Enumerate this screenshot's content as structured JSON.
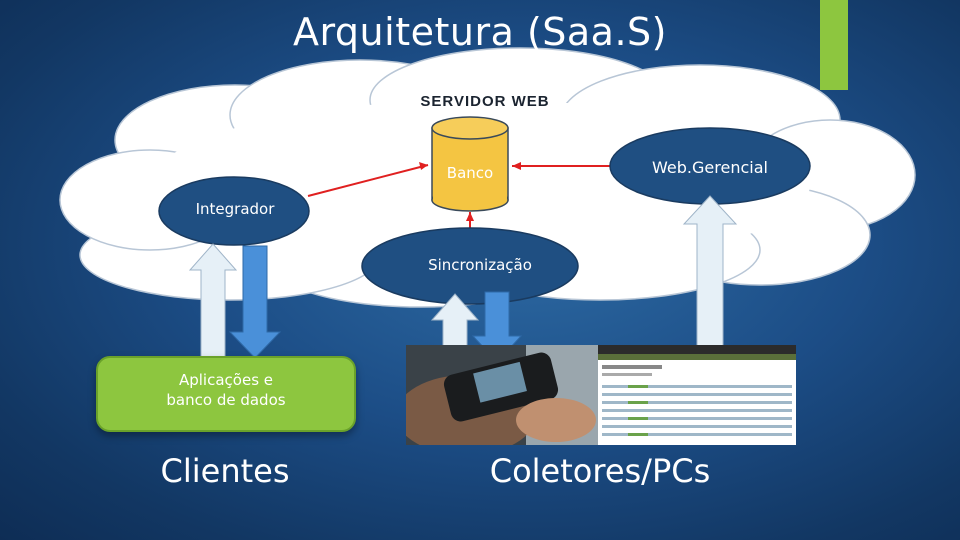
{
  "slide": {
    "title": "Arquitetura (Saa.S)",
    "server_label": "SERVIDOR WEB",
    "nodes": {
      "banco": "Banco",
      "web_gerencial": "Web.Gerencial",
      "integrador": "Integrador",
      "sincronizacao": "Sincronização"
    },
    "apps_line1": "Aplicações e",
    "apps_line2": "banco de dados",
    "clientes": "Clientes",
    "coletores": "Coletores/PCs"
  },
  "colors": {
    "background": "#1c4d86",
    "accent": "#8dc63f",
    "node_fill": "#1f4f82",
    "cylinder_fill": "#f4c542",
    "connector": "#e02020",
    "arrow_up": "#e6f0f7",
    "arrow_down": "#4a90d9"
  }
}
